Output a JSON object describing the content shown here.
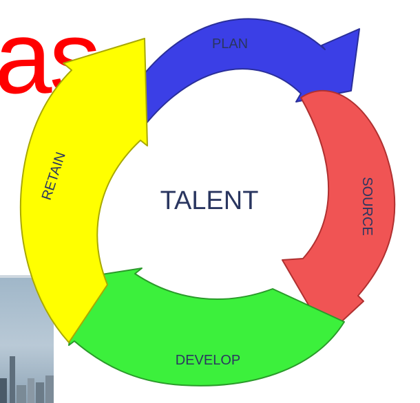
{
  "background_word": "as",
  "diagram": {
    "center_label": "TALENT",
    "stages": [
      {
        "label": "PLAN",
        "color": "#3b3fe6"
      },
      {
        "label": "SOURCE",
        "color": "#f05454"
      },
      {
        "label": "DEVELOP",
        "color": "#3cf03c"
      },
      {
        "label": "RETAIN",
        "color": "#ffff00"
      }
    ],
    "label_color": "#2a3660"
  }
}
